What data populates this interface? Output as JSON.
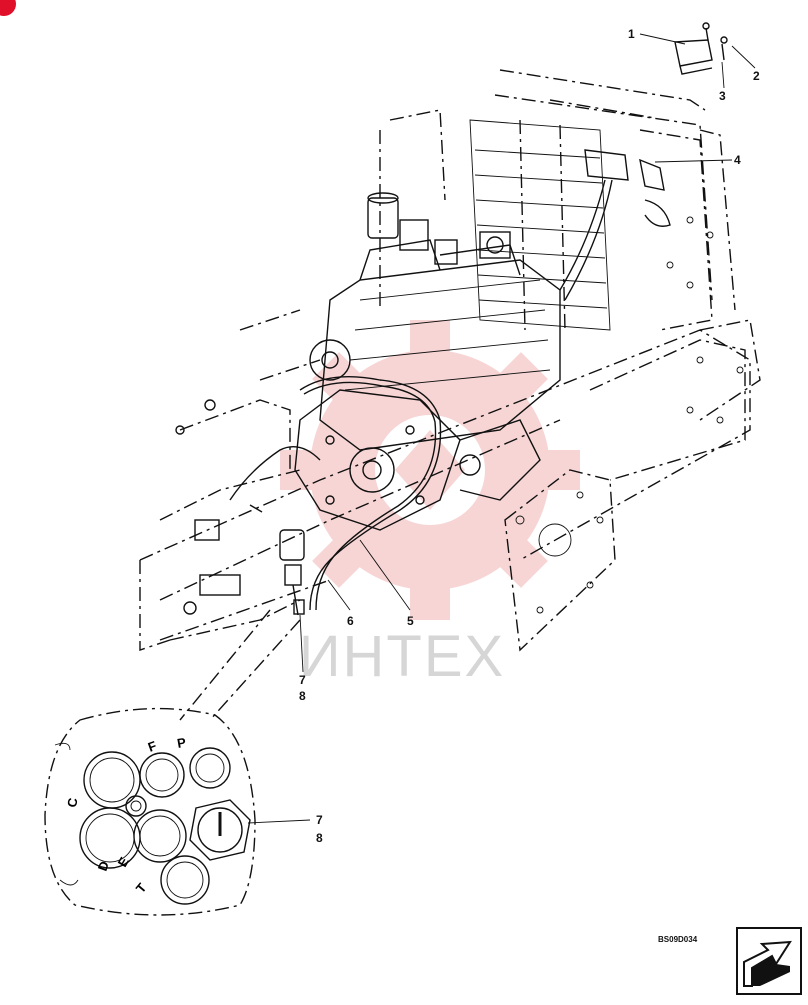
{
  "callouts": {
    "c1": "1",
    "c2": "2",
    "c3": "3",
    "c4": "4",
    "c5": "5",
    "c6": "6",
    "c7": "7",
    "c8": "8",
    "detail7": "7",
    "detail8": "8"
  },
  "port_letters": {
    "c": "C",
    "f": "F",
    "p": "P",
    "d": "D",
    "e": "E",
    "t": "T"
  },
  "drawing_code": "BS09D034",
  "watermark_text": "ИНТЕХ",
  "colors": {
    "watermark": "#f2b3b3",
    "corner_mark": "#e0102a",
    "line": "#111111"
  },
  "icons": {
    "nav": "forward-arrow-icon"
  }
}
